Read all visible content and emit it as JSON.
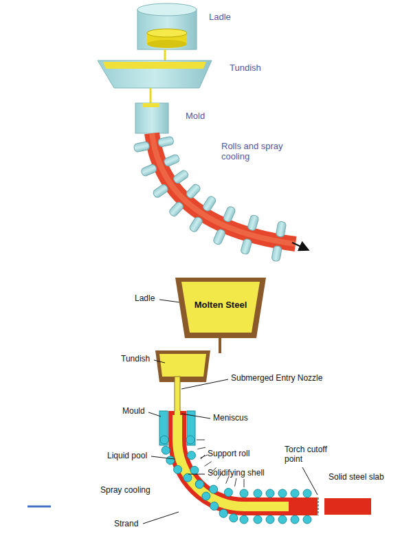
{
  "diagram": {
    "nodes": [
      {
        "text": [
          "Molten Steel"
        ]
      }
    ],
    "labels": [
      "Ladle",
      "Tundish",
      "Mold",
      "Rolls and spray cooling",
      "Ladle",
      "Tundish",
      "Submerged Entry Nozzle",
      "Mould",
      "Meniscus",
      "Liquid pool",
      "Support roll",
      "Solidifying shell",
      "Torch cutoff point",
      "Spray cooling",
      "Strand",
      "Solid steel slab"
    ]
  }
}
